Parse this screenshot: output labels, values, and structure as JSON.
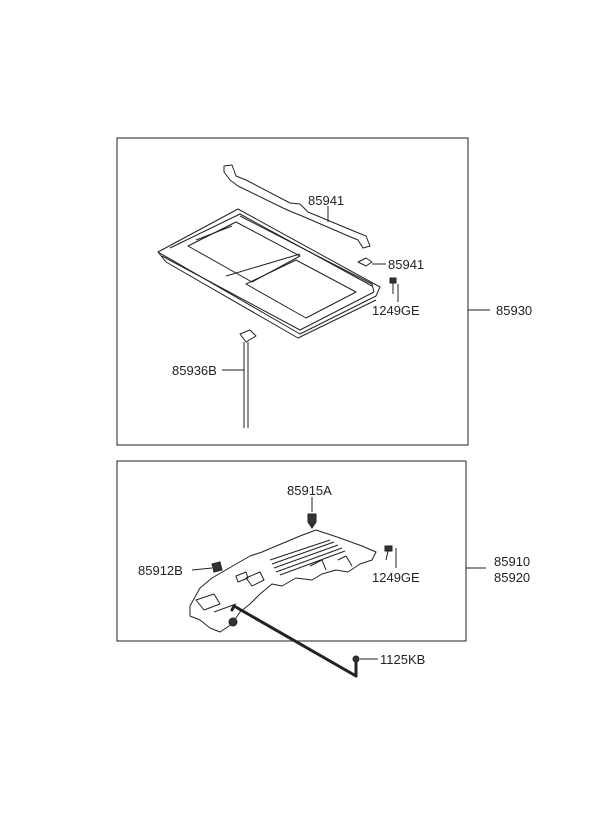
{
  "upper_group": {
    "assembly_label": "85930",
    "labels": {
      "bracket_top": "85941",
      "bracket_small": "85941",
      "bolt": "1249GE",
      "support_rod": "85936B"
    }
  },
  "lower_group": {
    "assembly_label_1": "85910",
    "assembly_label_2": "85920",
    "labels": {
      "clip_top": "85915A",
      "clip_left": "85912B",
      "bolt": "1249GE",
      "cable": "1125KB"
    }
  }
}
